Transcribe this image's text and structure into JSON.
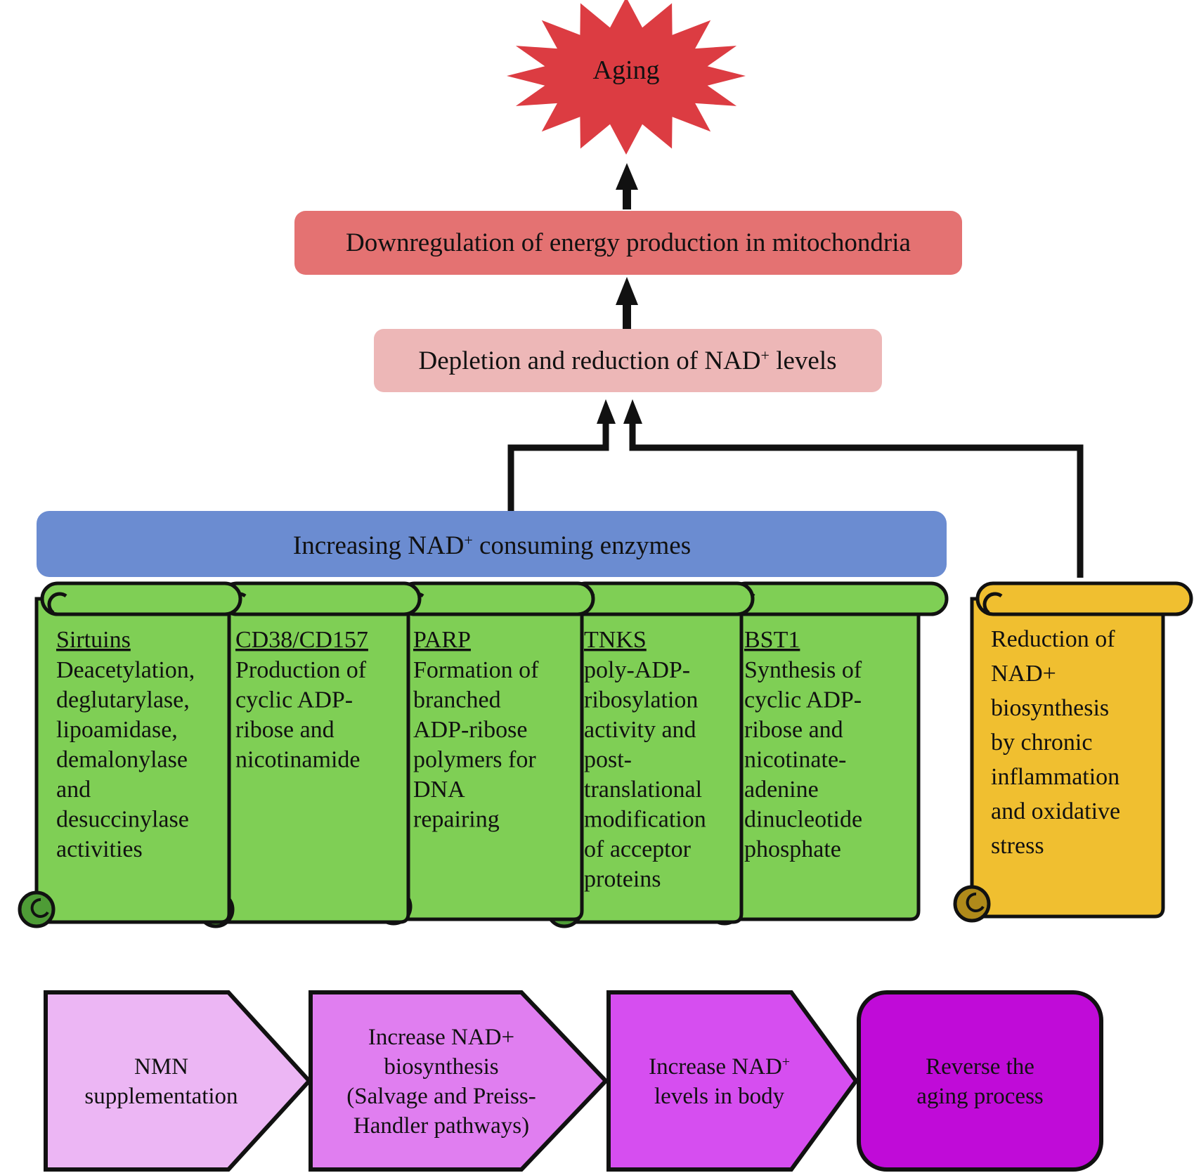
{
  "colors": {
    "aging": "#dc3c42",
    "mitochondria": "#e47272",
    "nad_depletion": "#edb7b7",
    "enzymes_band": "#6b8cd1",
    "green_scroll": "#7fcf55",
    "green_curl": "#4e9c36",
    "yellow_scroll": "#f0bf30",
    "yellow_curl": "#b08a1a",
    "step1": "#ecb6f4",
    "step2": "#e07ef0",
    "step3": "#d64ef0",
    "step4": "#c00bd8",
    "outline": "#111111"
  },
  "aging": {
    "label": "Aging"
  },
  "mitochondria": {
    "label": "Downregulation of energy production in mitochondria"
  },
  "nad_depletion": {
    "label": "Depletion and reduction of NAD",
    "sup": "+",
    "suffix": " levels"
  },
  "enzymes_band": {
    "label": "Increasing NAD",
    "sup": "+",
    "suffix": " consuming enzymes"
  },
  "enzymes": [
    {
      "name": "Sirtuins",
      "lines": [
        "Deacetylation,",
        "deglutarylase,",
        "lipoamidase,",
        "demalonylase",
        "and",
        "desuccinylase",
        "activities"
      ]
    },
    {
      "name": "CD38/CD157",
      "lines": [
        "Production of",
        "cyclic ADP-",
        "ribose and",
        "nicotinamide"
      ]
    },
    {
      "name": "PARP",
      "lines": [
        "Formation of",
        "branched",
        "ADP-ribose",
        "polymers for",
        "DNA",
        "repairing"
      ]
    },
    {
      "name": "TNKS",
      "lines": [
        "poly-ADP-",
        "ribosylation",
        "activity and",
        "post-",
        "translational",
        "modification",
        "of acceptor",
        "proteins"
      ]
    },
    {
      "name": "BST1",
      "lines": [
        "Synthesis of",
        "cyclic ADP-",
        "ribose and",
        "nicotinate-",
        "adenine",
        "dinucleotide",
        "phosphate"
      ]
    }
  ],
  "biosynthesis_reduction": {
    "lines": [
      "Reduction of",
      "NAD+",
      "biosynthesis",
      "by chronic",
      "inflammation",
      "and oxidative",
      "stress"
    ]
  },
  "bottom_flow": [
    {
      "lines": [
        "NMN",
        "supplementation"
      ]
    },
    {
      "lines": [
        "Increase NAD+",
        "biosynthesis",
        "(Salvage and Preiss-",
        "Handler pathways)"
      ]
    },
    {
      "lines": [
        "Increase NAD",
        "levels in body"
      ],
      "sup": "+"
    },
    {
      "lines": [
        "Reverse the",
        "aging process"
      ]
    }
  ]
}
